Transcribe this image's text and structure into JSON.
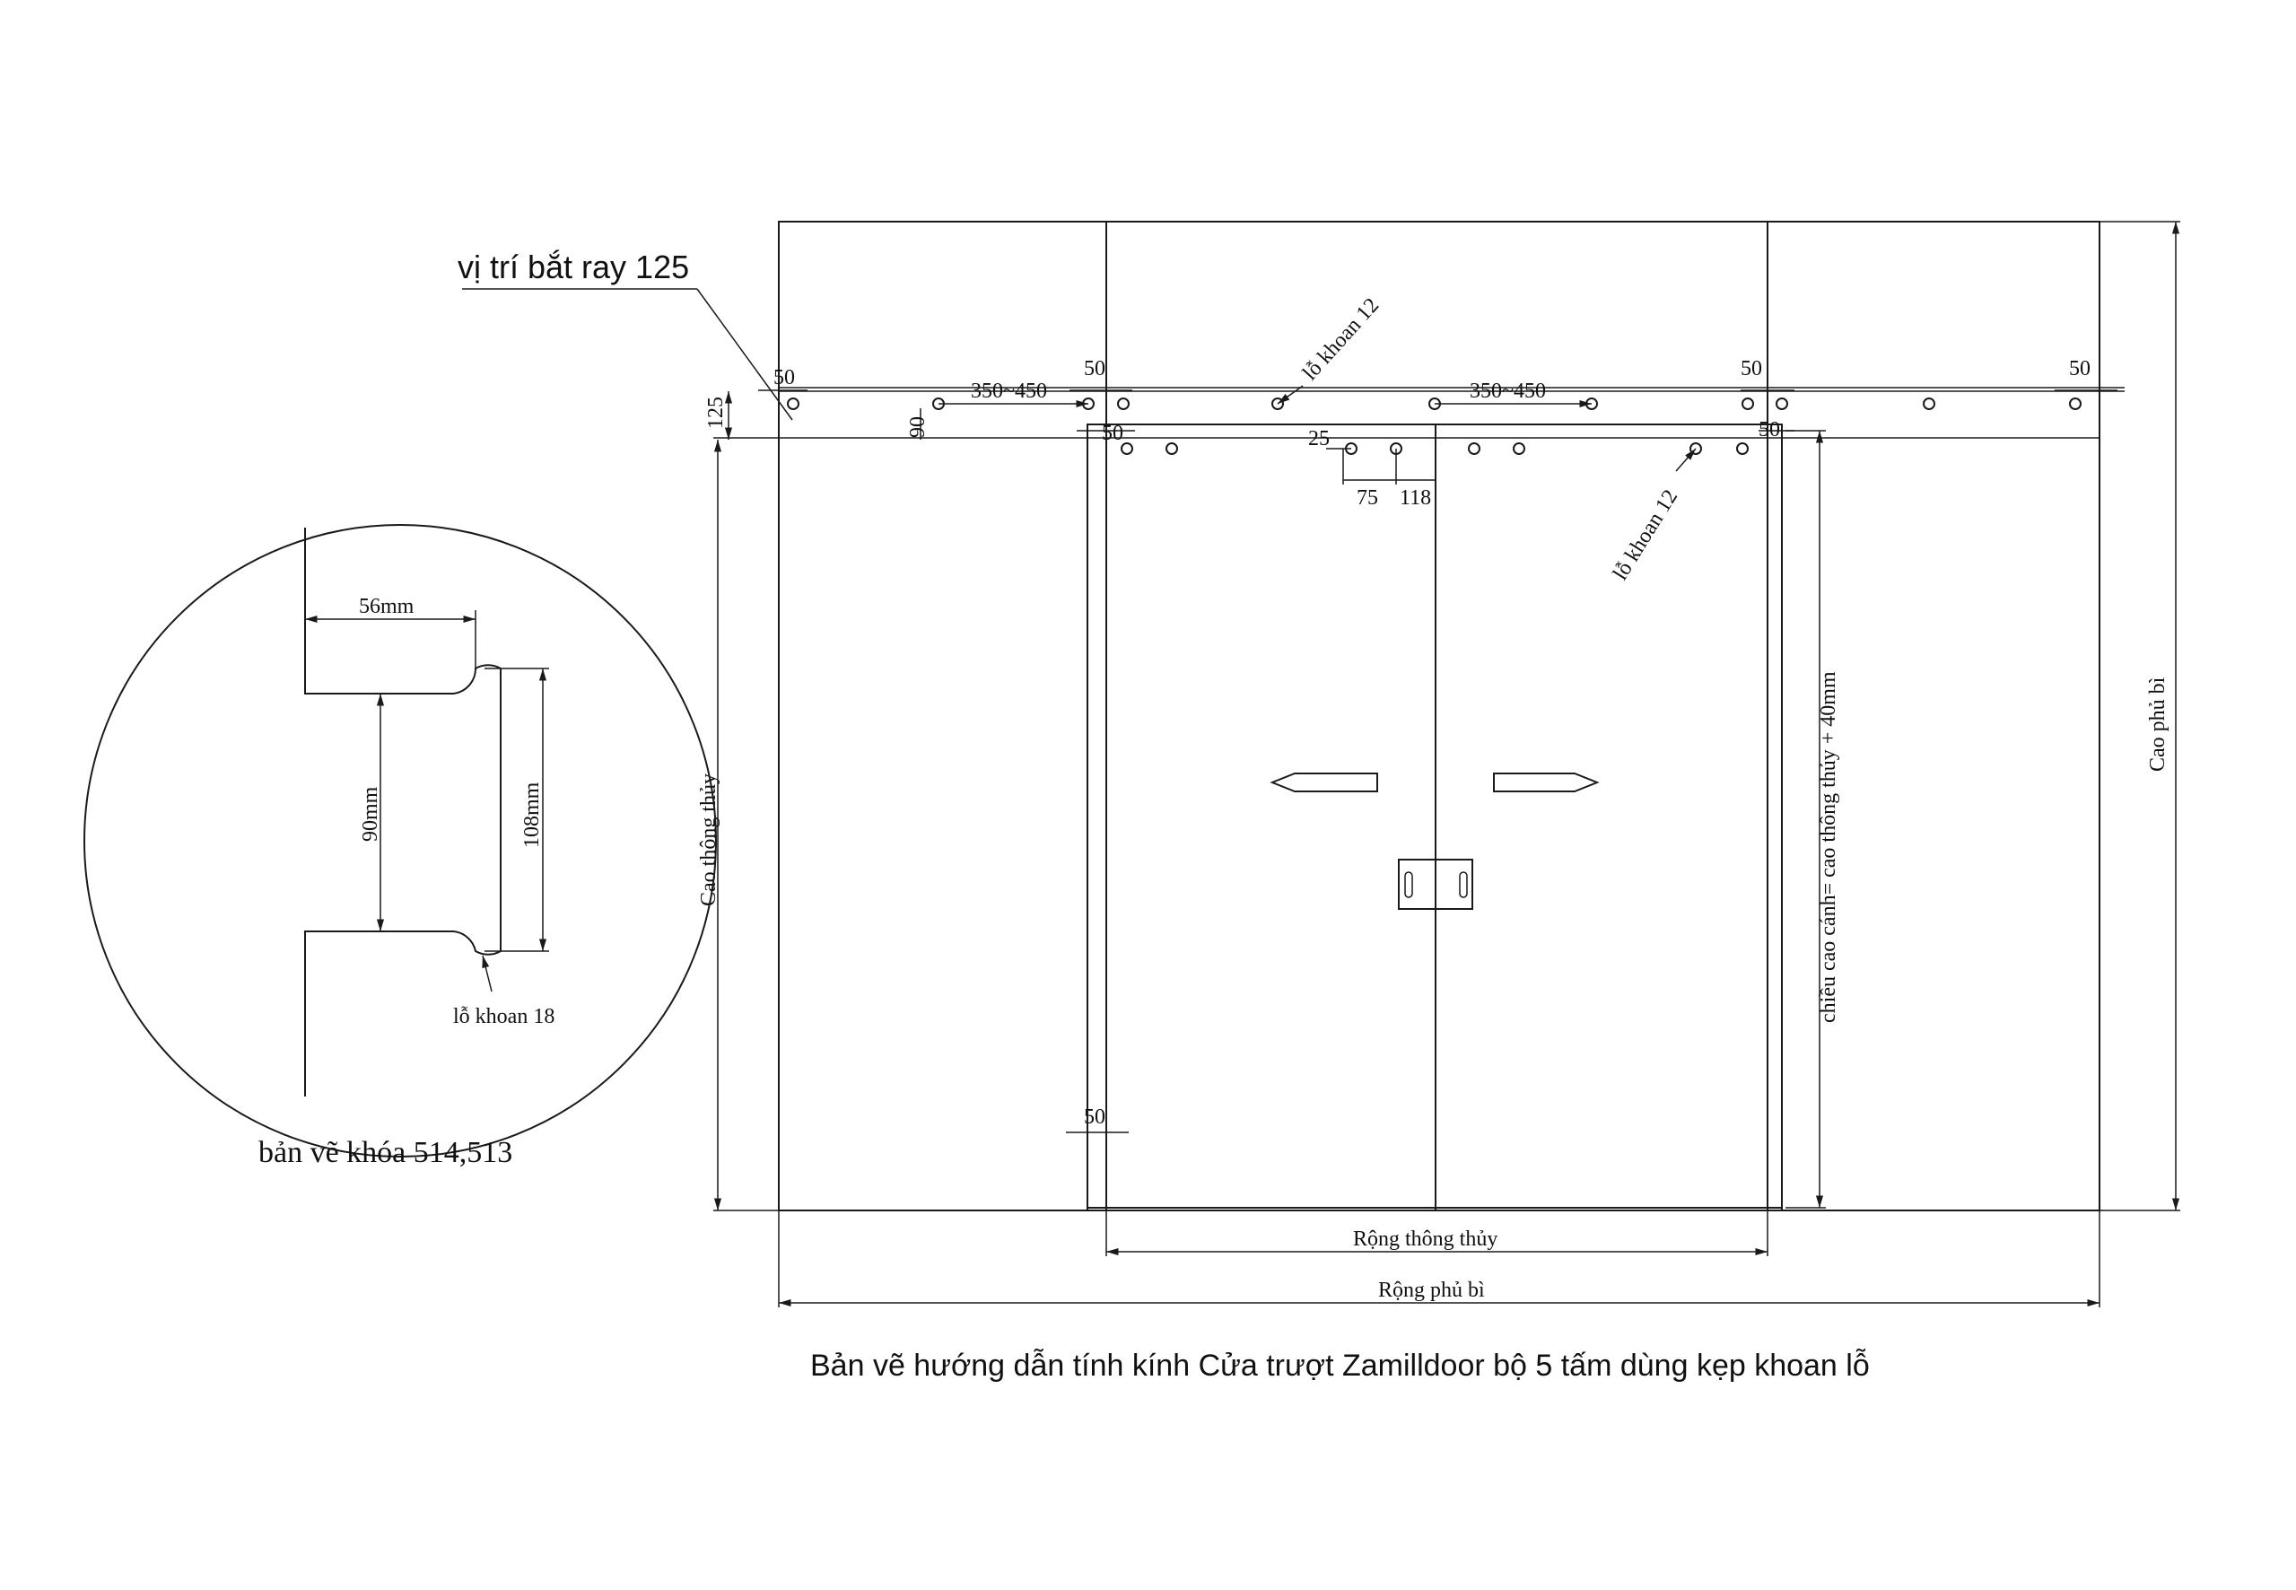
{
  "labels": {
    "rail_position": "vị trí bắt ray 125",
    "drill_hole_12": "lỗ khoan 12",
    "drill_hole_12_b": "lỗ khoan 12",
    "drill_hole_18": "lỗ khoan 18",
    "spacing_left": "350~450",
    "spacing_right": "350~450",
    "dim_50_a": "50",
    "dim_50_b": "50",
    "dim_50_c": "50",
    "dim_50_d": "50",
    "dim_50_e": "50",
    "dim_50_f": "50",
    "dim_50_g": "50",
    "dim_125": "125",
    "dim_90": "90",
    "dim_25": "25",
    "dim_75": "75",
    "dim_118": "118",
    "lock_56": "56mm",
    "lock_90": "90mm",
    "lock_108": "108mm",
    "lock_caption": "bản vẽ khóa 514,513",
    "clear_height": "Cao thông thủy",
    "leaf_height": "chiều cao cánh= cao thông thủy + 40mm",
    "overall_height": "Cao phủ bì",
    "clear_width": "Rộng thông thủy",
    "overall_width": "Rộng phủ bì",
    "title": "Bản vẽ hướng dẫn tính kính Cửa trượt Zamilldoor bộ 5 tấm dùng kẹp khoan lỗ"
  },
  "colors": {
    "line": "#1a1a1a",
    "background": "#ffffff"
  }
}
